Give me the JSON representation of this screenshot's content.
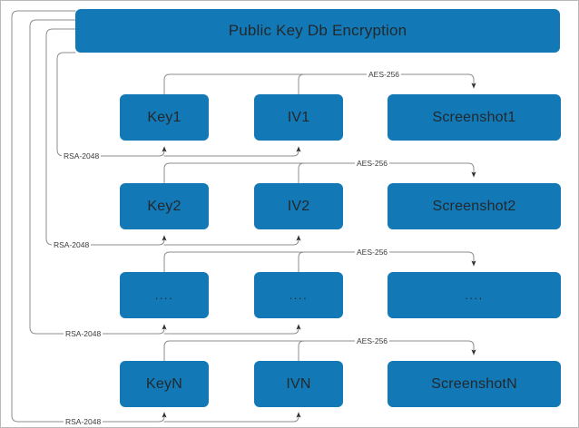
{
  "diagram": {
    "title": "Public Key Db Encryption",
    "background_color": "#ffffff",
    "node_fill": "#1279b6",
    "node_text_color": "#23282c",
    "edge_color": "#8c8c8c",
    "edge_label_color": "#3a3a3a",
    "border_color": "#b0b0b0",
    "header": {
      "label": "Public Key Db Encryption"
    },
    "rows": [
      {
        "key": "Key1",
        "iv": "IV1",
        "screenshot": "Screenshot1",
        "aes_label": "AES-256",
        "rsa_label": "RSA-2048"
      },
      {
        "key": "Key2",
        "iv": "IV2",
        "screenshot": "Screenshot2",
        "aes_label": "AES-256",
        "rsa_label": "RSA-2048"
      },
      {
        "key": "....",
        "iv": "....",
        "screenshot": "....",
        "aes_label": "AES-256",
        "rsa_label": "RSA-2048"
      },
      {
        "key": "KeyN",
        "iv": "IVN",
        "screenshot": "ScreenshotN",
        "aes_label": "AES-256",
        "rsa_label": "RSA-2048"
      }
    ]
  }
}
